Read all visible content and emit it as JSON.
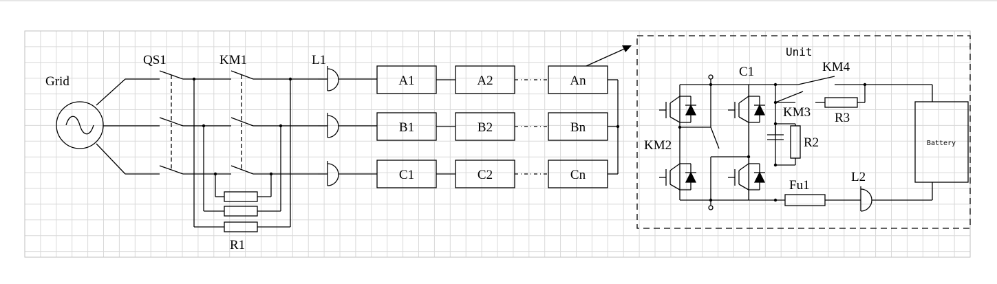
{
  "diagram": {
    "labels": {
      "grid": "Grid",
      "qs1": "QS1",
      "km1": "KM1",
      "l1": "L1",
      "r1": "R1",
      "unit": "Unit",
      "c1": "C1",
      "km4": "KM4",
      "km3": "KM3",
      "r3": "R3",
      "km2": "KM2",
      "r2": "R2",
      "fu1": "Fu1",
      "l2": "L2",
      "battery": "Battery"
    },
    "modules": {
      "row_a": [
        "A1",
        "A2",
        "An"
      ],
      "row_b": [
        "B1",
        "B2",
        "Bn"
      ],
      "row_c": [
        "C1",
        "C2",
        "Cn"
      ]
    }
  },
  "colors": {
    "line": "#000000",
    "grid": "#d9d9d9",
    "background": "#ffffff"
  }
}
